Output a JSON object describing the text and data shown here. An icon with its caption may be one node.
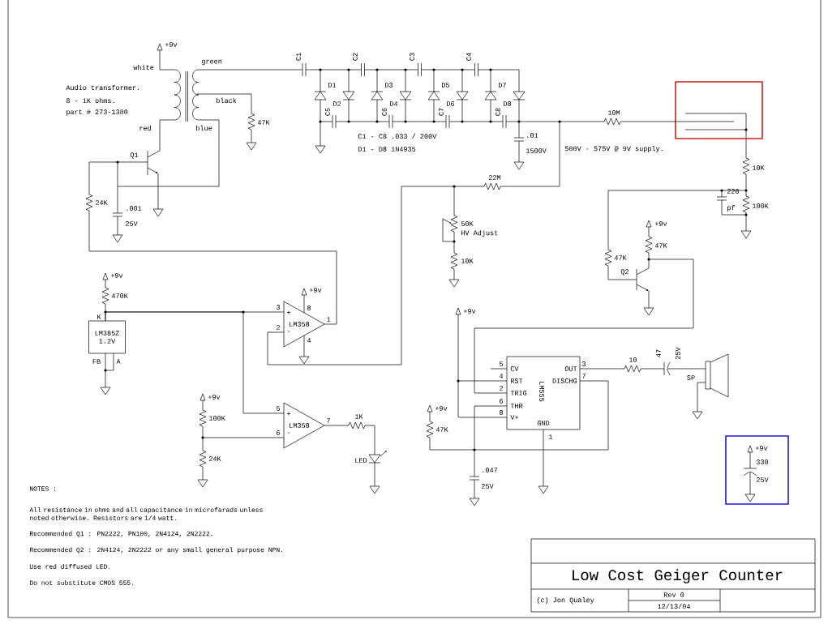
{
  "diagram": {
    "title": "Low Cost Geiger Counter",
    "nodes": [
      {
        "text": [
          "LM385Z",
          "1.2V"
        ],
        "beside": [
          "K",
          "FB",
          "A"
        ]
      },
      {
        "text": [
          "+",
          "LM358",
          "-"
        ],
        "beside": [
          "3",
          "8",
          "1",
          "2",
          "4"
        ]
      },
      {
        "text": [
          "+",
          "LM358",
          "-"
        ],
        "beside": [
          "5",
          "6",
          "7"
        ]
      },
      {
        "text": [
          "LM555",
          "CV",
          "RST",
          "TRIG",
          "THR",
          "V+",
          "OUT",
          "DISCHG",
          "GND"
        ],
        "beside": [
          "5",
          "4",
          "2",
          "6",
          "8",
          "3",
          "7",
          "1"
        ]
      },
      {
        "text": [],
        "shape": "box"
      },
      {
        "text": [],
        "shape": "box"
      }
    ],
    "edges": [
      {
        "from": 0,
        "to": 1,
        "arrow": "none"
      },
      {
        "from": 0,
        "to": 2,
        "arrow": "none"
      },
      {
        "from": 1,
        "to": 4,
        "arrow": "none"
      }
    ],
    "labels": [
      "+9v",
      "white",
      "green",
      "Audio transformer.",
      "8 - 1K ohms.",
      "part # 273-1380",
      "black",
      "47K",
      "red",
      "blue",
      "Q1",
      "24K",
      ".001",
      "25V",
      "C1",
      "C2",
      "C3",
      "C4",
      "D1",
      "D2",
      "D3",
      "D4",
      "D5",
      "D6",
      "D7",
      "D8",
      "C5",
      "C6",
      "C7",
      "C8",
      "C1 - C8  .033 / 200V",
      "D1 - D8  1N4935",
      ".01",
      "1500V",
      "10M",
      "500V - 575V @ 9V supply.",
      "10K",
      "220",
      "pf",
      "100K",
      "22M",
      "50K",
      "HV Adjust",
      "10K",
      "+9v",
      "47K",
      "47K",
      "Q2",
      "+9v",
      "470K",
      "+9v",
      "+9v",
      "+9v",
      "100K",
      "1K",
      "24K",
      "LED",
      "10",
      "47",
      "25V",
      "SP",
      "+9v",
      "47K",
      ".047",
      "25V",
      "+9v",
      "330",
      "25V",
      "NOTES :",
      "All resistance in ohms and all capacitance in microfarads unless noted otherwise. Resistors are 1/4 watt.",
      "Recommended Q1 : PN2222, PN100, 2N4124, 2N2222.",
      "Recommended Q2 : 2N4124, 2N2222 or any small general purpose NPN.",
      "Use red diffused LED.",
      "Do not substitute CMOS 555.",
      "(c) Jon Qualey",
      "Rev 0",
      "12/13/04"
    ]
  }
}
